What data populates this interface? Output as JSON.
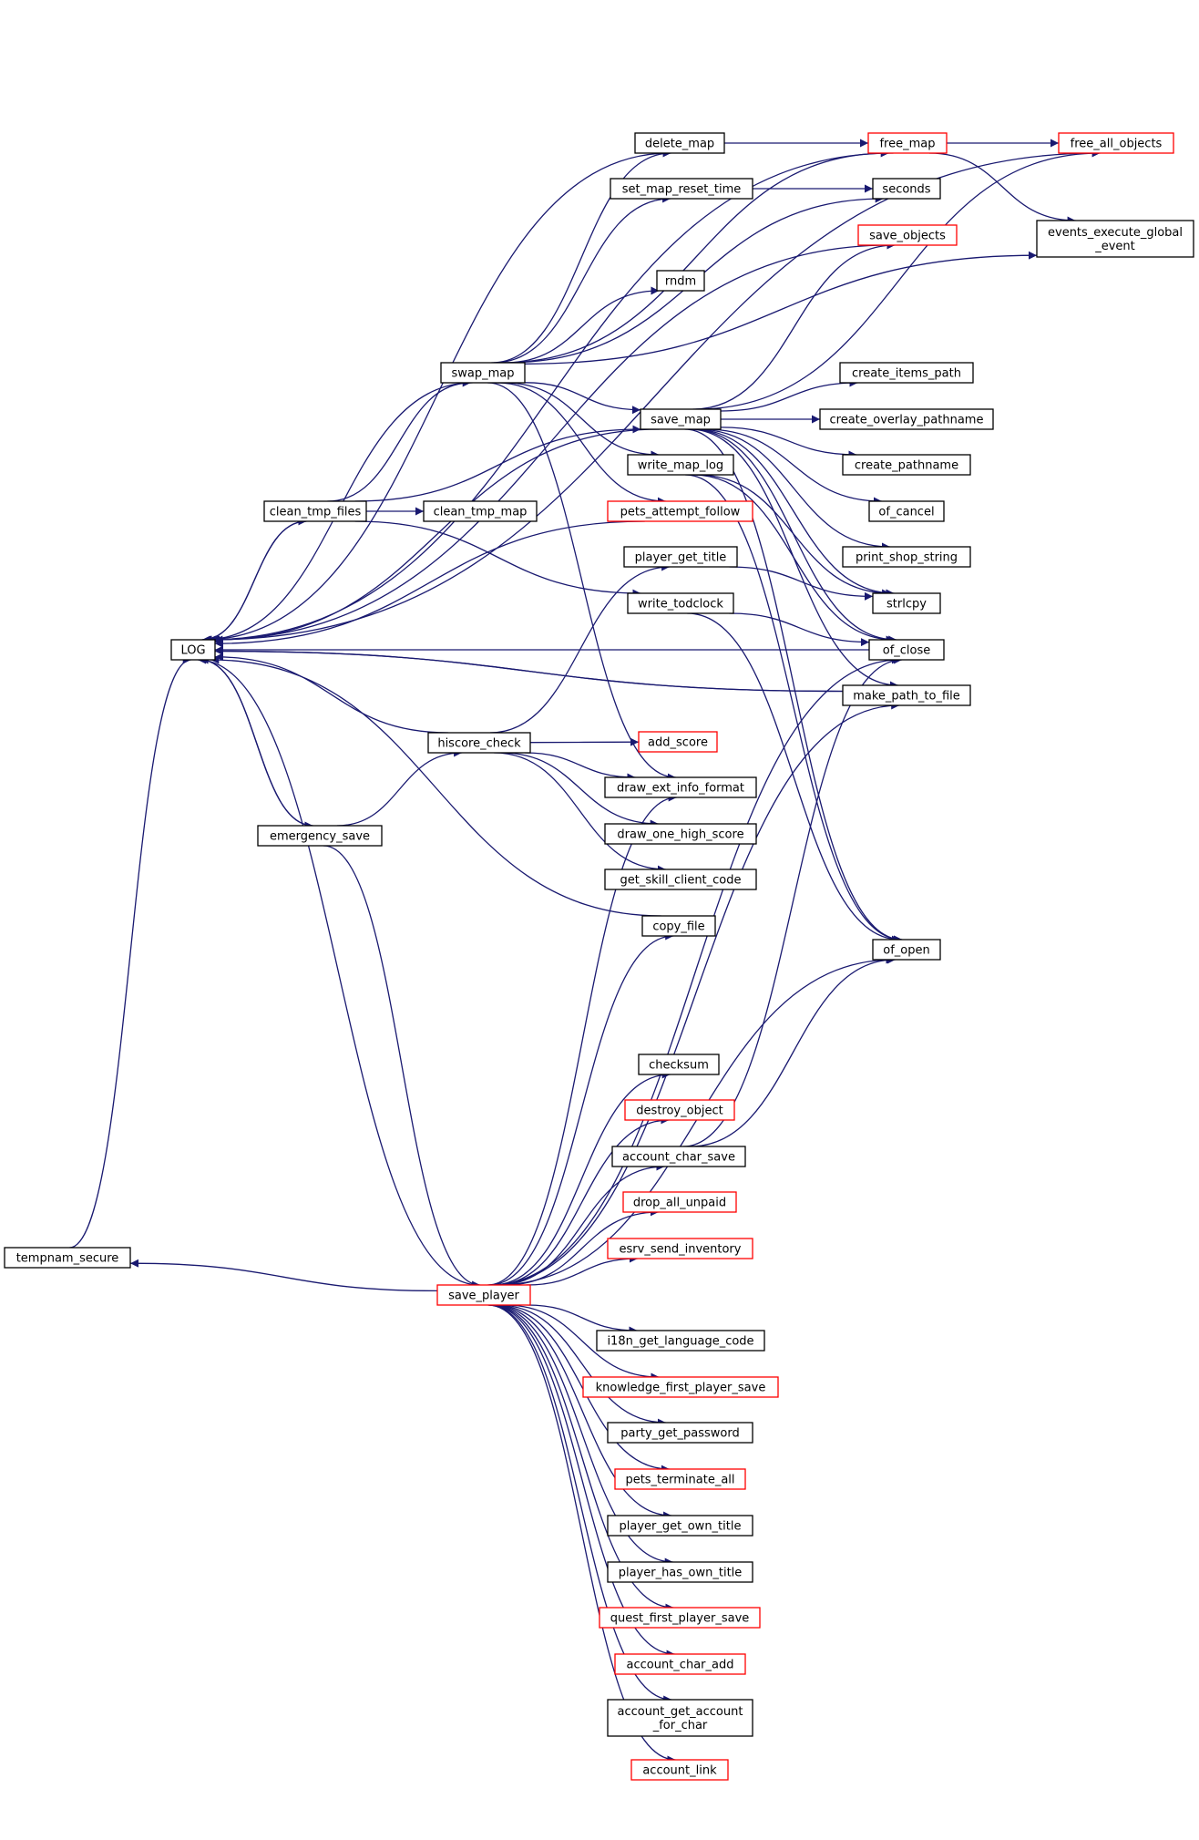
{
  "graph": {
    "colors": {
      "edge": "#191970",
      "node_fill": "#ffffff",
      "focus_fill": "#bfbfbf",
      "border_default": "#000000",
      "border_truncated": "#ff0000"
    },
    "focus": "tempnam_secure",
    "nodes": [
      {
        "id": "tempnam_secure",
        "lines": [
          "tempnam_secure"
        ],
        "focus": true
      },
      {
        "id": "LOG",
        "lines": [
          "LOG"
        ]
      },
      {
        "id": "save_player",
        "lines": [
          "save_player"
        ],
        "border": "red"
      },
      {
        "id": "clean_tmp_files",
        "lines": [
          "clean_tmp_files"
        ]
      },
      {
        "id": "emergency_save",
        "lines": [
          "emergency_save"
        ]
      },
      {
        "id": "swap_map",
        "lines": [
          "swap_map"
        ]
      },
      {
        "id": "hiscore_check",
        "lines": [
          "hiscore_check"
        ]
      },
      {
        "id": "clean_tmp_map",
        "lines": [
          "clean_tmp_map"
        ]
      },
      {
        "id": "delete_map",
        "lines": [
          "delete_map"
        ]
      },
      {
        "id": "set_map_reset_time",
        "lines": [
          "set_map_reset_time"
        ]
      },
      {
        "id": "rndm",
        "lines": [
          "rndm"
        ]
      },
      {
        "id": "save_map",
        "lines": [
          "save_map"
        ]
      },
      {
        "id": "write_map_log",
        "lines": [
          "write_map_log"
        ]
      },
      {
        "id": "pets_attempt_follow",
        "lines": [
          "pets_attempt_follow"
        ],
        "border": "red"
      },
      {
        "id": "player_get_title",
        "lines": [
          "player_get_title"
        ]
      },
      {
        "id": "write_todclock",
        "lines": [
          "write_todclock"
        ]
      },
      {
        "id": "add_score",
        "lines": [
          "add_score"
        ],
        "border": "red"
      },
      {
        "id": "draw_ext_info_format",
        "lines": [
          "draw_ext_info_format"
        ]
      },
      {
        "id": "draw_one_high_score",
        "lines": [
          "draw_one_high_score"
        ]
      },
      {
        "id": "get_skill_client_code",
        "lines": [
          "get_skill_client_code"
        ]
      },
      {
        "id": "copy_file",
        "lines": [
          "copy_file"
        ]
      },
      {
        "id": "checksum",
        "lines": [
          "checksum"
        ]
      },
      {
        "id": "destroy_object",
        "lines": [
          "destroy_object"
        ],
        "border": "red"
      },
      {
        "id": "account_char_save",
        "lines": [
          "account_char_save"
        ]
      },
      {
        "id": "drop_all_unpaid",
        "lines": [
          "drop_all_unpaid"
        ],
        "border": "red"
      },
      {
        "id": "esrv_send_inventory",
        "lines": [
          "esrv_send_inventory"
        ],
        "border": "red"
      },
      {
        "id": "i18n_get_language_code",
        "lines": [
          "i18n_get_language_code"
        ]
      },
      {
        "id": "knowledge_first_player_save",
        "lines": [
          "knowledge_first_player_save"
        ],
        "border": "red"
      },
      {
        "id": "party_get_password",
        "lines": [
          "party_get_password"
        ]
      },
      {
        "id": "pets_terminate_all",
        "lines": [
          "pets_terminate_all"
        ],
        "border": "red"
      },
      {
        "id": "player_get_own_title",
        "lines": [
          "player_get_own_title"
        ]
      },
      {
        "id": "player_has_own_title",
        "lines": [
          "player_has_own_title"
        ]
      },
      {
        "id": "quest_first_player_save",
        "lines": [
          "quest_first_player_save"
        ],
        "border": "red"
      },
      {
        "id": "account_char_add",
        "lines": [
          "account_char_add"
        ],
        "border": "red"
      },
      {
        "id": "account_get_account_for_char",
        "lines": [
          "account_get_account",
          "_for_char"
        ]
      },
      {
        "id": "account_link",
        "lines": [
          "account_link"
        ],
        "border": "red"
      },
      {
        "id": "free_map",
        "lines": [
          "free_map"
        ],
        "border": "red"
      },
      {
        "id": "seconds",
        "lines": [
          "seconds"
        ]
      },
      {
        "id": "save_objects",
        "lines": [
          "save_objects"
        ],
        "border": "red"
      },
      {
        "id": "create_items_path",
        "lines": [
          "create_items_path"
        ]
      },
      {
        "id": "create_overlay_pathname",
        "lines": [
          "create_overlay_pathname"
        ]
      },
      {
        "id": "create_pathname",
        "lines": [
          "create_pathname"
        ]
      },
      {
        "id": "of_cancel",
        "lines": [
          "of_cancel"
        ]
      },
      {
        "id": "print_shop_string",
        "lines": [
          "print_shop_string"
        ]
      },
      {
        "id": "strlcpy",
        "lines": [
          "strlcpy"
        ]
      },
      {
        "id": "of_close",
        "lines": [
          "of_close"
        ]
      },
      {
        "id": "make_path_to_file",
        "lines": [
          "make_path_to_file"
        ]
      },
      {
        "id": "of_open",
        "lines": [
          "of_open"
        ]
      },
      {
        "id": "free_all_objects",
        "lines": [
          "free_all_objects"
        ],
        "border": "red"
      },
      {
        "id": "events_execute_global_event",
        "lines": [
          "events_execute_global",
          "_event"
        ]
      }
    ],
    "edges": [
      [
        "tempnam_secure",
        "LOG"
      ],
      [
        "save_player",
        "tempnam_secure"
      ],
      [
        "clean_tmp_files",
        "LOG"
      ],
      [
        "emergency_save",
        "LOG"
      ],
      [
        "LOG",
        "emergency_save"
      ],
      [
        "save_player",
        "LOG"
      ],
      [
        "hiscore_check",
        "LOG"
      ],
      [
        "swap_map",
        "LOG"
      ],
      [
        "save_map",
        "LOG"
      ],
      [
        "pets_attempt_follow",
        "LOG"
      ],
      [
        "copy_file",
        "LOG"
      ],
      [
        "make_path_to_file",
        "LOG"
      ],
      [
        "of_close",
        "LOG"
      ],
      [
        "LOG",
        "clean_tmp_files"
      ],
      [
        "delete_map",
        "LOG"
      ],
      [
        "free_map",
        "LOG"
      ],
      [
        "free_all_objects",
        "LOG"
      ],
      [
        "clean_tmp_files",
        "swap_map"
      ],
      [
        "clean_tmp_files",
        "clean_tmp_map"
      ],
      [
        "clean_tmp_files",
        "save_map"
      ],
      [
        "clean_tmp_files",
        "write_todclock"
      ],
      [
        "emergency_save",
        "hiscore_check"
      ],
      [
        "emergency_save",
        "save_player"
      ],
      [
        "swap_map",
        "delete_map"
      ],
      [
        "swap_map",
        "set_map_reset_time"
      ],
      [
        "swap_map",
        "seconds"
      ],
      [
        "swap_map",
        "rndm"
      ],
      [
        "swap_map",
        "free_map"
      ],
      [
        "swap_map",
        "events_execute_global_event"
      ],
      [
        "swap_map",
        "save_map"
      ],
      [
        "swap_map",
        "write_map_log"
      ],
      [
        "swap_map",
        "pets_attempt_follow"
      ],
      [
        "swap_map",
        "draw_ext_info_format"
      ],
      [
        "delete_map",
        "free_map"
      ],
      [
        "set_map_reset_time",
        "seconds"
      ],
      [
        "free_map",
        "free_all_objects"
      ],
      [
        "free_map",
        "events_execute_global_event"
      ],
      [
        "save_objects",
        "LOG"
      ],
      [
        "save_map",
        "save_objects"
      ],
      [
        "save_map",
        "free_all_objects"
      ],
      [
        "save_map",
        "create_items_path"
      ],
      [
        "save_map",
        "create_overlay_pathname"
      ],
      [
        "save_map",
        "create_pathname"
      ],
      [
        "save_map",
        "of_cancel"
      ],
      [
        "save_map",
        "print_shop_string"
      ],
      [
        "save_map",
        "strlcpy"
      ],
      [
        "save_map",
        "of_close"
      ],
      [
        "save_map",
        "make_path_to_file"
      ],
      [
        "save_map",
        "of_open"
      ],
      [
        "write_map_log",
        "strlcpy"
      ],
      [
        "write_map_log",
        "of_close"
      ],
      [
        "write_map_log",
        "of_open"
      ],
      [
        "player_get_title",
        "strlcpy"
      ],
      [
        "write_todclock",
        "of_close"
      ],
      [
        "write_todclock",
        "of_open"
      ],
      [
        "make_path_to_file",
        "LOG"
      ],
      [
        "hiscore_check",
        "player_get_title"
      ],
      [
        "hiscore_check",
        "add_score"
      ],
      [
        "hiscore_check",
        "draw_ext_info_format"
      ],
      [
        "hiscore_check",
        "draw_one_high_score"
      ],
      [
        "hiscore_check",
        "get_skill_client_code"
      ],
      [
        "save_player",
        "copy_file"
      ],
      [
        "save_player",
        "checksum"
      ],
      [
        "save_player",
        "destroy_object"
      ],
      [
        "save_player",
        "account_char_save"
      ],
      [
        "save_player",
        "drop_all_unpaid"
      ],
      [
        "save_player",
        "esrv_send_inventory"
      ],
      [
        "save_player",
        "i18n_get_language_code"
      ],
      [
        "save_player",
        "knowledge_first_player_save"
      ],
      [
        "save_player",
        "party_get_password"
      ],
      [
        "save_player",
        "pets_terminate_all"
      ],
      [
        "save_player",
        "player_get_own_title"
      ],
      [
        "save_player",
        "player_has_own_title"
      ],
      [
        "save_player",
        "quest_first_player_save"
      ],
      [
        "save_player",
        "account_char_add"
      ],
      [
        "save_player",
        "account_get_account_for_char"
      ],
      [
        "save_player",
        "account_link"
      ],
      [
        "save_player",
        "draw_ext_info_format"
      ],
      [
        "save_player",
        "of_close"
      ],
      [
        "save_player",
        "make_path_to_file"
      ],
      [
        "save_player",
        "of_open"
      ],
      [
        "account_char_save",
        "of_close"
      ],
      [
        "account_char_save",
        "of_open"
      ]
    ]
  }
}
